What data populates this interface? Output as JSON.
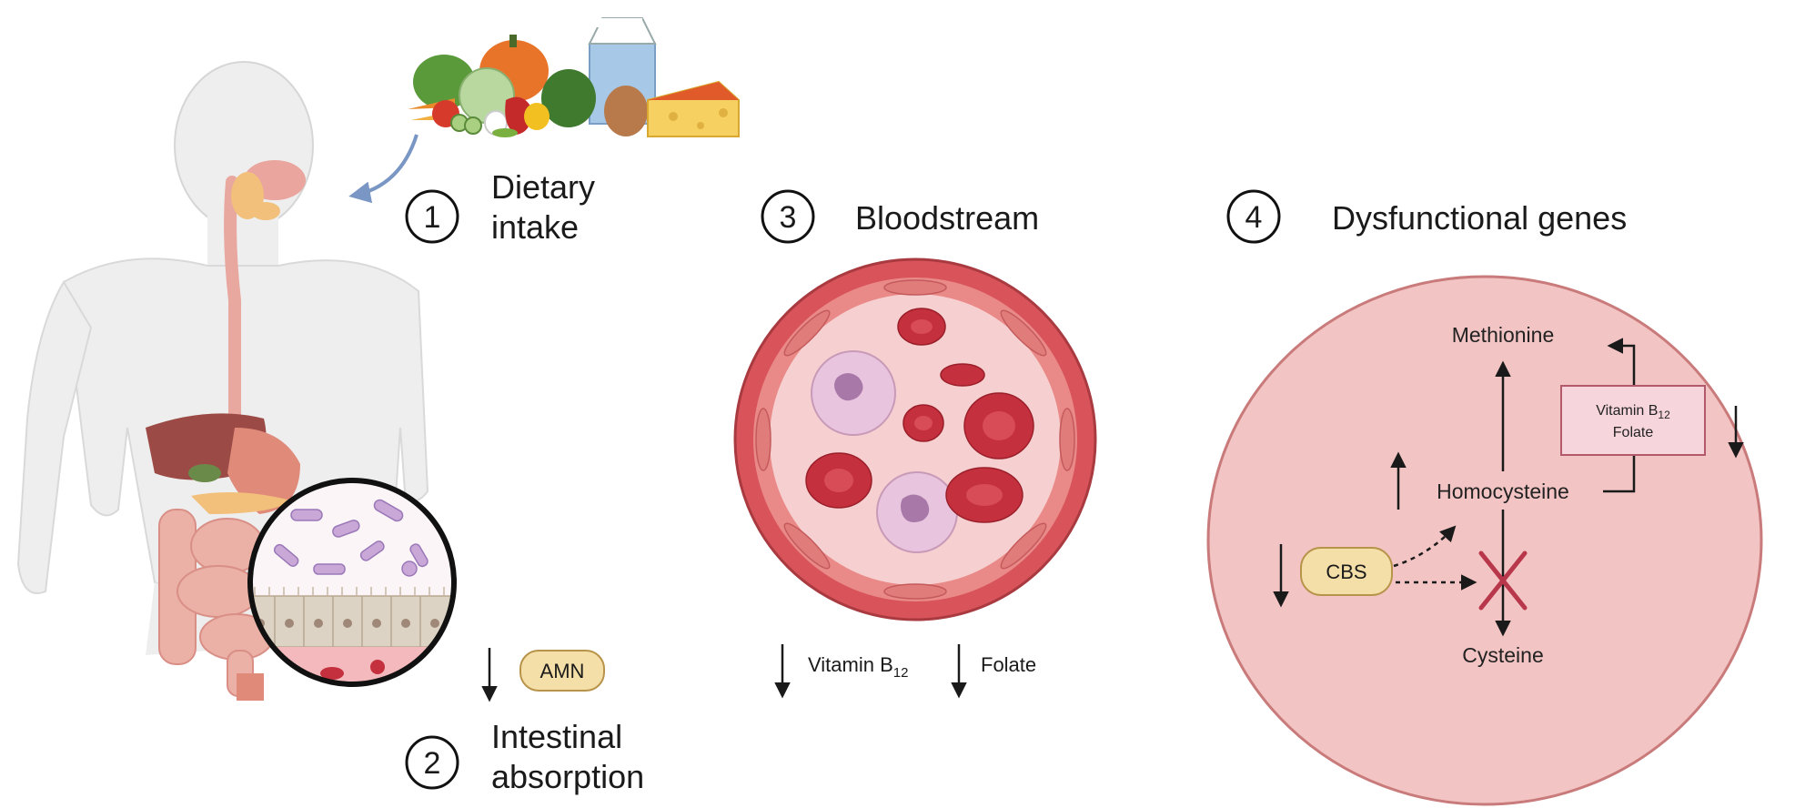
{
  "steps": [
    {
      "number": "1",
      "line1": "Dietary",
      "line2": "intake"
    },
    {
      "number": "2",
      "line1": "Intestinal",
      "line2": "absorption"
    },
    {
      "number": "3",
      "line1": "Bloodstream",
      "line2": ""
    },
    {
      "number": "4",
      "line1": "Dysfunctional genes",
      "line2": ""
    }
  ],
  "intestine": {
    "gene": "AMN"
  },
  "bloodstream": {
    "vitamin": "Vitamin B",
    "vitamin_sub": "12",
    "folate": "Folate"
  },
  "pathway": {
    "methionine": "Methionine",
    "homocysteine": "Homocysteine",
    "cysteine": "Cysteine",
    "enzyme": "CBS",
    "box_vitamin": "Vitamin B",
    "box_vitamin_sub": "12",
    "box_folate": "Folate"
  },
  "colors": {
    "cell_fill": "#f3c4c4",
    "cell_stroke": "#c97a7a",
    "gene_pill": "#f5dfa8",
    "gene_stroke": "#b8944a",
    "box_fill": "#f6d6dc",
    "box_stroke": "#b35a6a",
    "inhibit": "#b8374a",
    "vessel_outer": "#d9535b",
    "rbc": "#c4303d",
    "wbc": "#d9a8d0",
    "body": "#eeeeee",
    "esophagus": "#e8a8a0"
  },
  "icons": [
    "human-body-icon",
    "food-group-icon",
    "blood-vessel-icon",
    "intestine-magnifier-icon"
  ]
}
